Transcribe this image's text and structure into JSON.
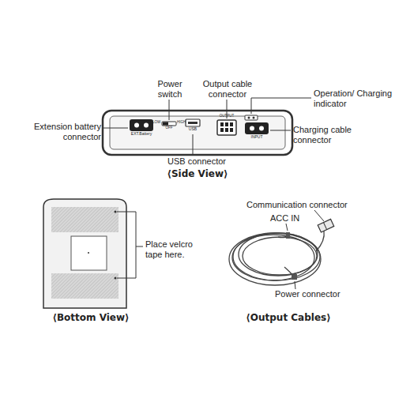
{
  "diagram": {
    "labels": [
      "Power switch",
      "Output cable connector",
      "Operation/ Charging indicator",
      "Extension battery connector",
      "Charging cable connector",
      "USB connector",
      "⟨Side View⟩",
      "EXT.Battery",
      "LOW",
      "OFF",
      "HIGH",
      "USB",
      "OUTPUT",
      "INPUT",
      "Place velcro tape here.",
      "⟨Bottom View⟩",
      "Communication connector",
      "ACC IN",
      "Power connector",
      "⟨Output Cables⟩"
    ]
  }
}
